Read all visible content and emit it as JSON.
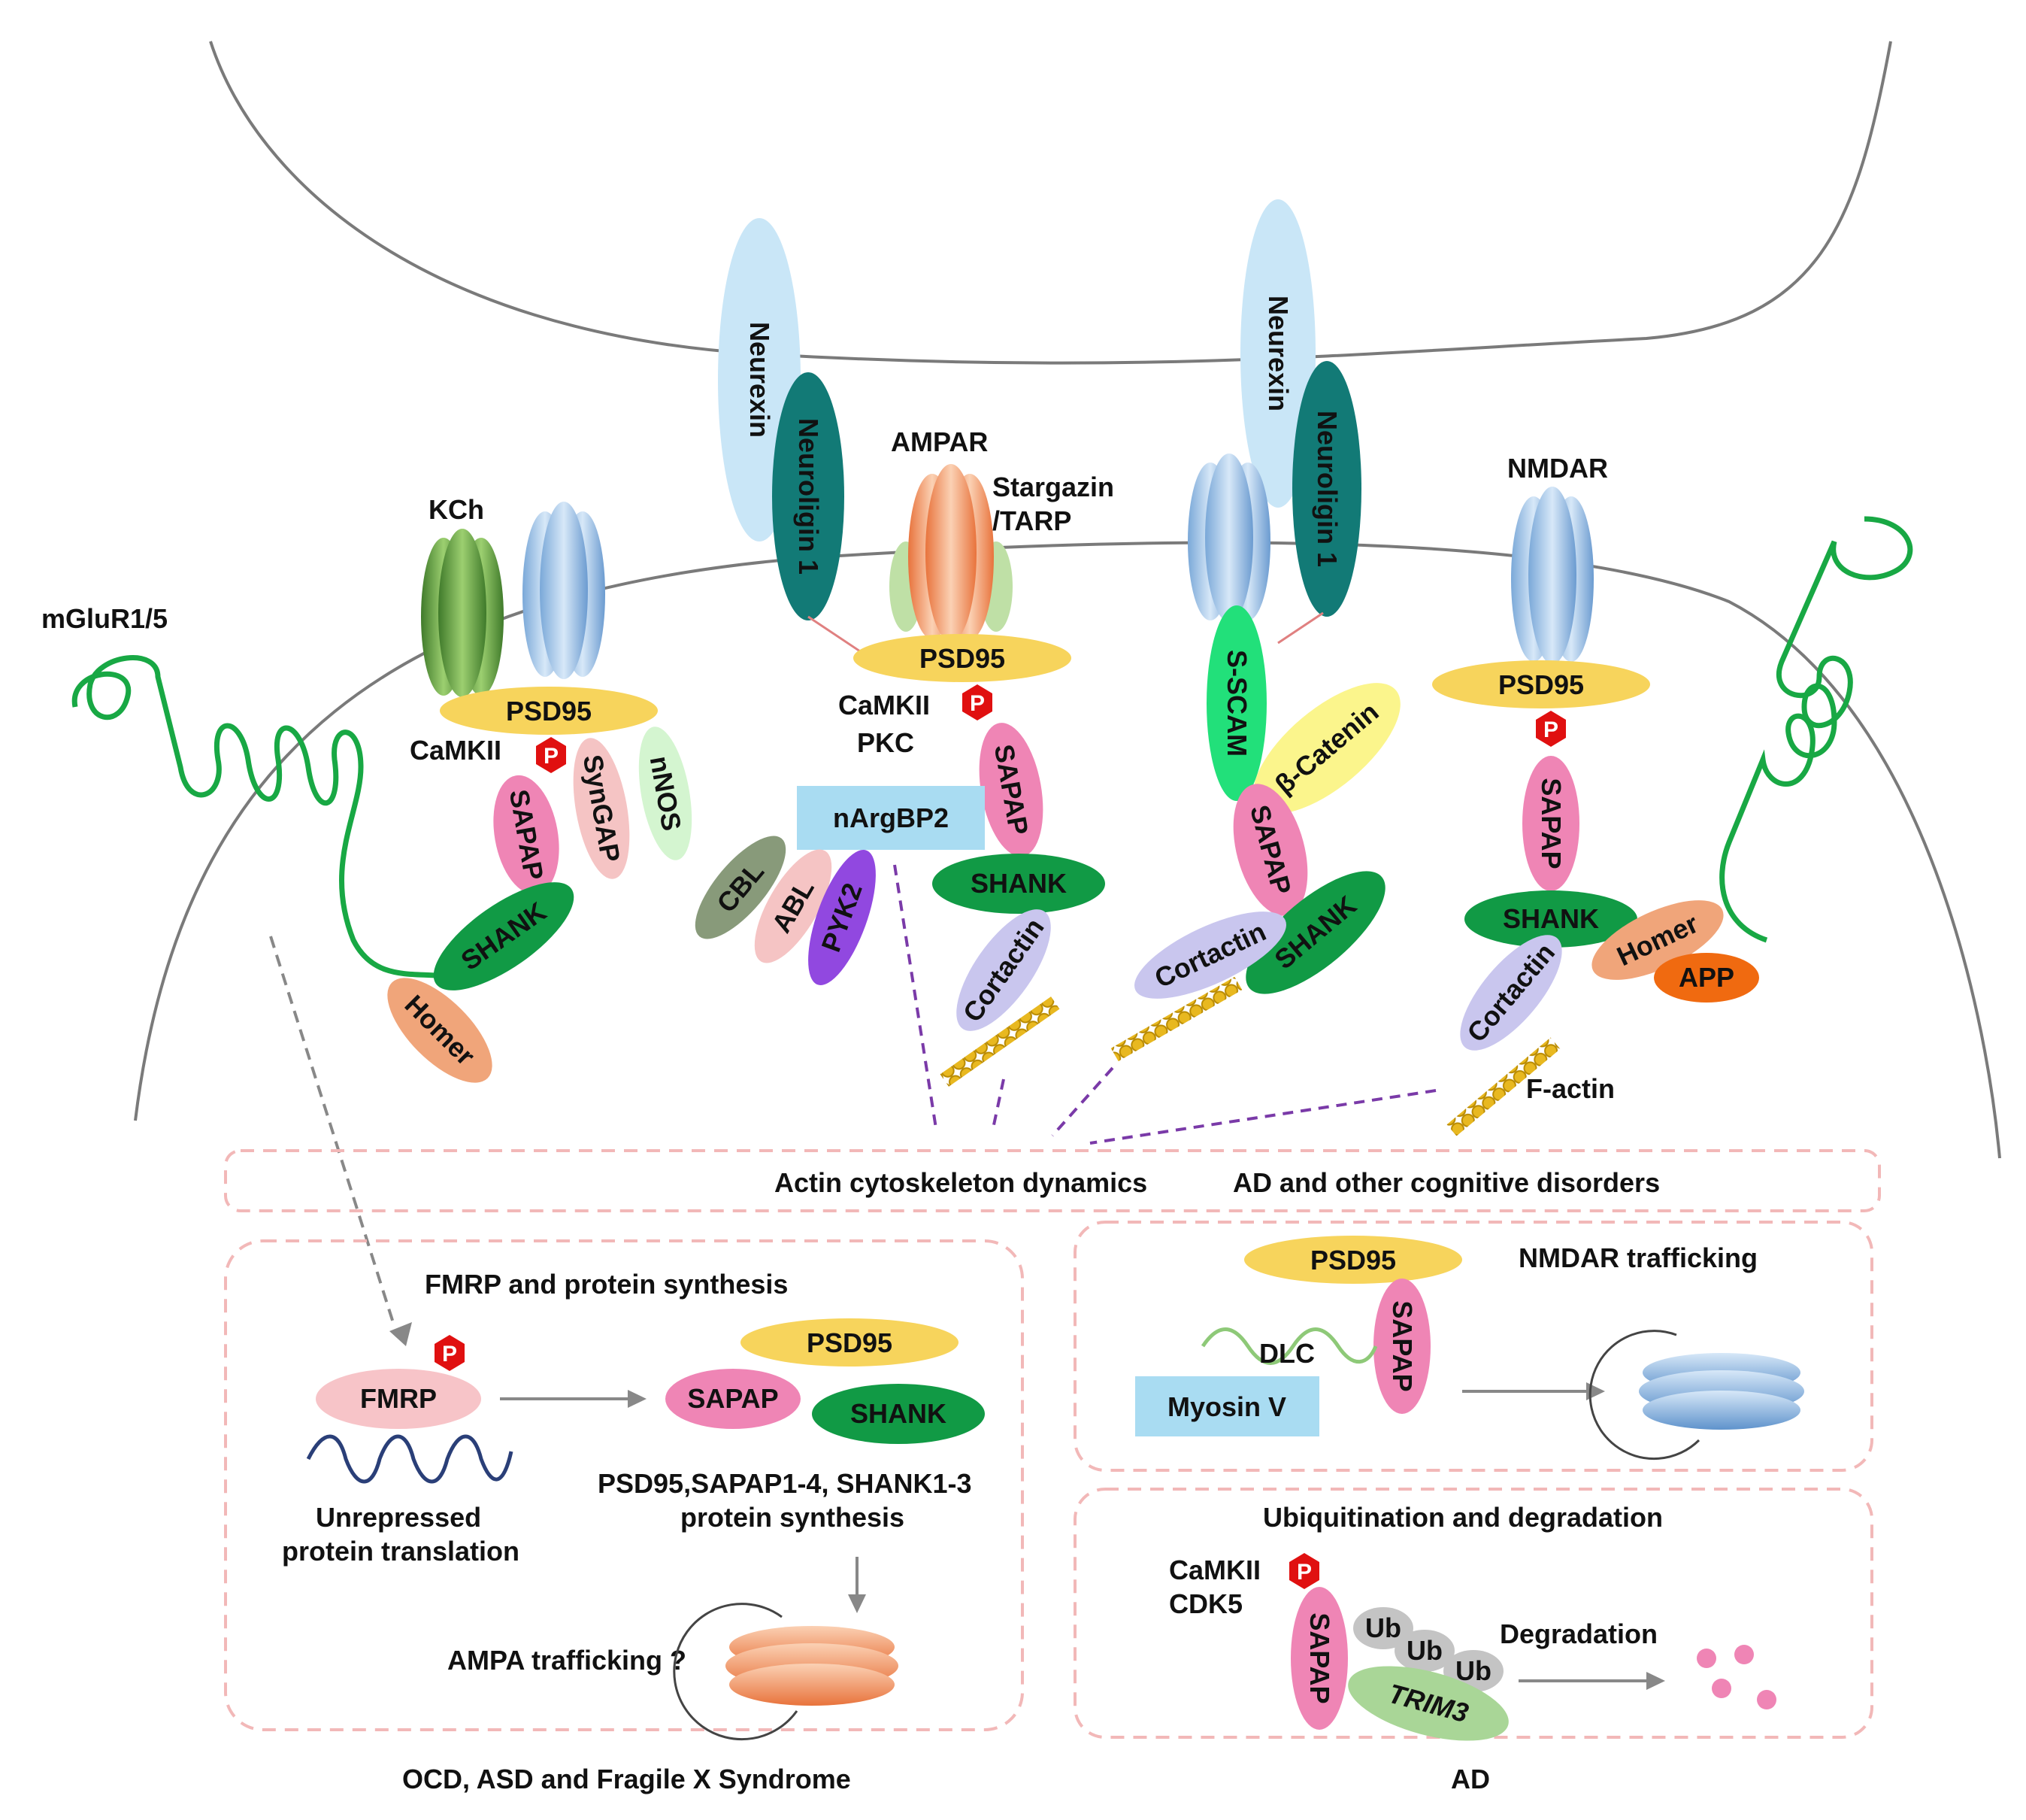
{
  "proteins": {
    "neurexin": "Neurexin",
    "neuroligin": "Neuroligin 1",
    "psd95": "PSD95",
    "sapap": "SAPAP",
    "shank": "SHANK",
    "homer": "Homer",
    "cortactin": "Cortactin",
    "syngap": "SynGAP",
    "nnos": "nNOS",
    "nargbp2": "nArgBP2",
    "cbl": "CBL",
    "abl": "ABL",
    "pyk2": "PYK2",
    "sscam": "S-SCAM",
    "bcatenin": "β-Catenin",
    "app": "APP",
    "fmrp": "FMRP",
    "dlc": "DLC",
    "myosin": "Myosin V",
    "ub": "Ub",
    "trim3": "TRIM3",
    "p": "P"
  },
  "receptors": {
    "kch": "KCh",
    "ampar": "AMPAR",
    "stargazin_1": "Stargazin",
    "stargazin_2": "/TARP",
    "nmdar": "NMDAR",
    "mglur": "mGluR1/5",
    "factin": "F-actin"
  },
  "kinases": {
    "camkii": "CaMKII",
    "pkc": "PKC",
    "cdk5": "CDK5"
  },
  "boxes": {
    "actin_title": "Actin cytoskeleton dynamics",
    "ad_cognitive": "AD and other cognitive disorders",
    "fmrp_title": "FMRP and protein synthesis",
    "unrepressed_1": "Unrepressed",
    "unrepressed_2": "protein translation",
    "synthesis_1": "PSD95,SAPAP1-4, SHANK1-3",
    "synthesis_2": "protein synthesis",
    "ampa_trafficking": "AMPA trafficking ?",
    "fmrp_footer": "OCD, ASD and Fragile X Syndrome",
    "nmdar_trafficking": "NMDAR trafficking",
    "ubiq_title": "Ubiquitination and degradation",
    "degradation": "Degradation",
    "ad_footer": "AD"
  },
  "colors": {
    "psd95": "#f7d45c",
    "sapap": "#ef85b5",
    "shank": "#119a45",
    "homer": "#f0a57a",
    "cortactin": "#c9c6ee",
    "phospho": "#e01010",
    "neurexin": "#c9e6f7",
    "neuroligin": "#127a76",
    "membrane": "#7a7a7a",
    "box": "#f2b8b8"
  }
}
